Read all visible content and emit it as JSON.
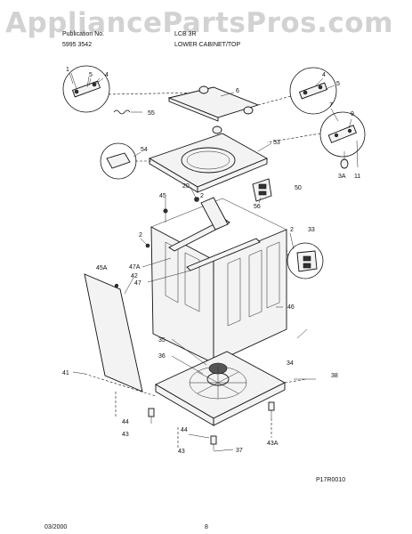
{
  "watermark": "AppliancePartsPros.com",
  "header": {
    "line1_left": "Publication No.",
    "line1_right": "LCB 3R",
    "line2_left": "5995 3542",
    "line2_right": "LOWER CABINET/TOP"
  },
  "part_labels": {
    "p1": "1",
    "p5a": "5",
    "p4a": "4",
    "p6": "6",
    "p4b": "4",
    "p5b": "5",
    "p55": "55",
    "p9": "9",
    "p7": "7",
    "p53": "53",
    "p54": "54",
    "p3a": "3A",
    "p11": "11",
    "p50": "50",
    "p20": "20",
    "p2a": "2",
    "p45": "45",
    "p56": "56",
    "p2b": "2",
    "p2c": "2",
    "p33": "33",
    "p47a": "47A",
    "p45a": "45A",
    "p42": "42",
    "p47": "47",
    "p46": "46",
    "p35": "35",
    "p36": "36",
    "p34": "34",
    "p41": "41",
    "p38": "38",
    "p44a": "44",
    "p43a": "43",
    "p44b": "44",
    "p43b": "43",
    "p37": "37",
    "p43c": "43A"
  },
  "figure_code": "P17R0010",
  "footer": {
    "date": "03/2000",
    "page": "8"
  }
}
